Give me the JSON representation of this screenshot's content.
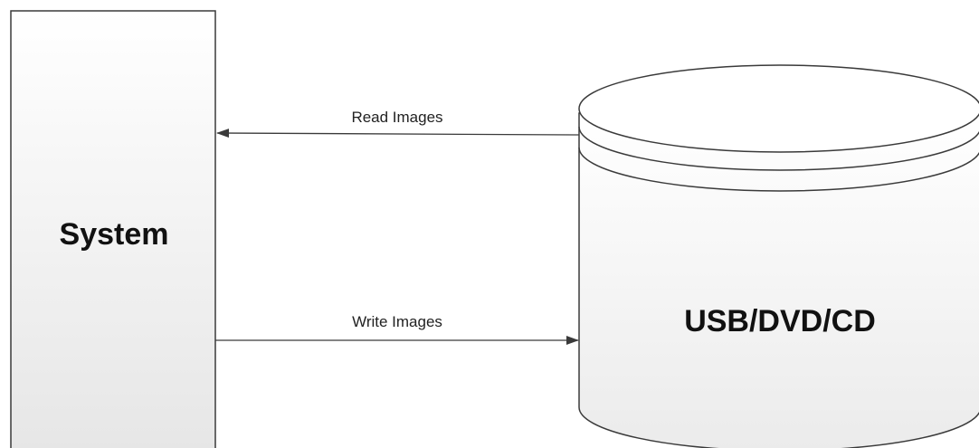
{
  "nodes": {
    "system": {
      "label": "System"
    },
    "storage": {
      "label": "USB/DVD/CD"
    }
  },
  "edges": {
    "read": {
      "label": "Read Images",
      "from": "storage",
      "to": "system"
    },
    "write": {
      "label": "Write Images",
      "from": "system",
      "to": "storage"
    }
  },
  "colors": {
    "stroke": "#3a3a3a",
    "system_fill_top": "#ffffff",
    "system_fill_bottom": "#e8e8e8",
    "storage_fill_top": "#ffffff",
    "storage_fill_bottom": "#ececec"
  }
}
